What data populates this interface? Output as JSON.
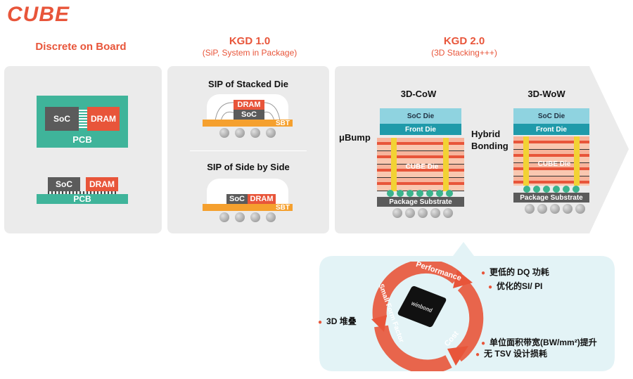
{
  "logo": "CUBE",
  "discrete": {
    "title": "Discrete on Board",
    "soc": "SoC",
    "dram": "DRAM",
    "pcb": "PCB"
  },
  "kgd1": {
    "title": "KGD 1.0",
    "subtitle": "(SiP, System in Package)",
    "stacked_title": "SIP of Stacked Die",
    "side_title": "SIP of Side by Side",
    "dram": "DRAM",
    "soc": "SoC",
    "sbt": "SBT"
  },
  "kgd2": {
    "title": "KGD 2.0",
    "subtitle": "(3D Stacking+++)",
    "cow_title": "3D-CoW",
    "wow_title": "3D-WoW",
    "soc_die": "SoC Die",
    "front_die": "Front Die",
    "cube_die": "CUBE Die",
    "package_substrate": "Package Substrate",
    "ubump": "μBump",
    "hybrid_bonding": "Hybrid\nBonding"
  },
  "cycle": {
    "performance": "Performance",
    "cost": "Cost",
    "small_form_factor": "Small Form Factor",
    "chip": "winbond"
  },
  "features": {
    "f1": "更低的 DQ 功耗",
    "f2": "优化的SI/ PI",
    "f3": "3D 堆叠",
    "f4": "单位面积带宽(BW/mm²)提升",
    "f5": "无 TSV 设计损耗"
  },
  "colors": {
    "accent": "#e8553a",
    "pcb": "#3fb49a",
    "soc": "#5b5b5b",
    "sbt": "#f5a02e",
    "soc_die": "#8fd3e0",
    "front_die": "#1f9aaa",
    "bubble": "#e3f3f6"
  }
}
